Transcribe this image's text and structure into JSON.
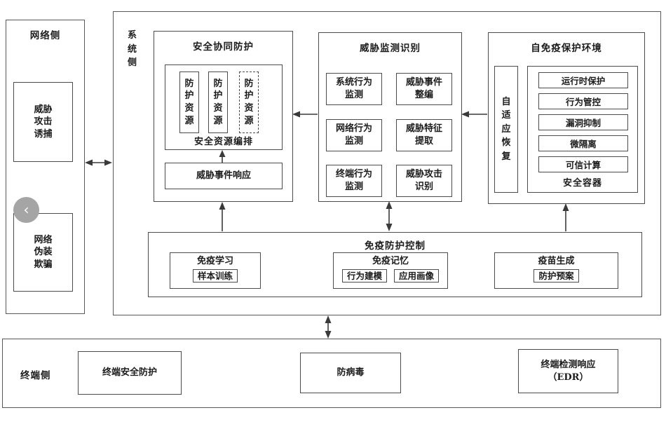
{
  "nav": {
    "prev_label": "‹"
  },
  "network": {
    "title": "网络侧",
    "trap": "威胁\n攻击\n诱捕",
    "disguise": "网络\n伪装\n欺骗"
  },
  "system": {
    "side_label": "系\n统\n侧",
    "collab": {
      "title": "安全协同防护",
      "orchestration_label": "安全资源编排",
      "resources": [
        "防\n护\n资\n源",
        "防\n护\n资\n源",
        "防\n护\n资\n源"
      ],
      "response": "威胁事件响应"
    },
    "monitor": {
      "title": "威胁监测识别",
      "cells": [
        "系统行为\n监测",
        "威胁事件\n整编",
        "网络行为\n监测",
        "威胁特征\n提取",
        "终端行为\n监测",
        "威胁攻击\n识别"
      ]
    },
    "immune": {
      "title": "自免疫保护环境",
      "recovery": "自\n适\n应\n恢\n复",
      "container_label": "安全容器",
      "items": [
        "运行时保护",
        "行为管控",
        "漏洞抑制",
        "微隔离",
        "可信计算"
      ]
    },
    "control": {
      "title": "免疫防护控制",
      "groups": [
        {
          "title": "免疫学习",
          "chips": [
            "样本训练"
          ]
        },
        {
          "title": "免疫记忆",
          "chips": [
            "行为建模",
            "应用画像"
          ]
        },
        {
          "title": "疫苗生成",
          "chips": [
            "防护预案"
          ]
        }
      ]
    }
  },
  "terminal": {
    "title": "终端侧",
    "endpoint_protection": "终端安全防护",
    "antivirus": "防病毒",
    "edr": "终端检测响应\n（EDR）"
  },
  "colors": {
    "line": "#3a3a3a",
    "border": "#4c4c4c",
    "nav_circle": "#a5a5a5"
  }
}
